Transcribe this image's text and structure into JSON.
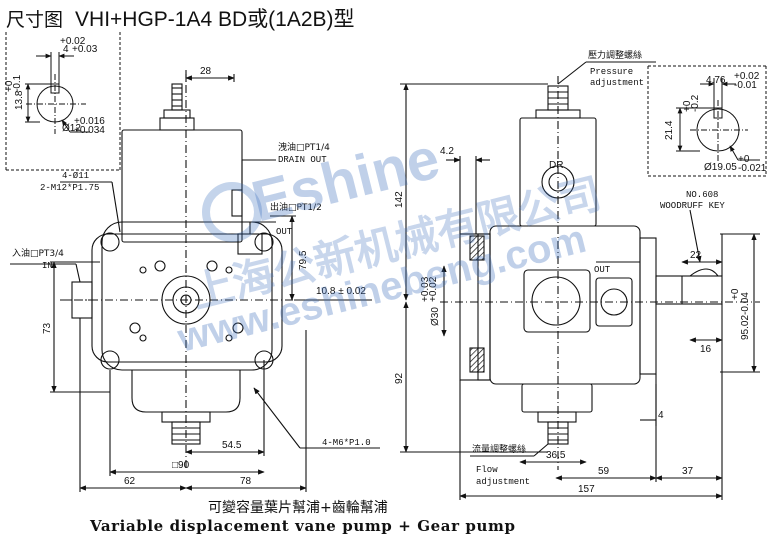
{
  "title": {
    "prefix": "尺寸图",
    "model": "VHI+HGP-1A4  BD或(1A2B)型"
  },
  "watermark": {
    "brand": "Eshine",
    "company_cn": "上海公新机械有限公司",
    "url": "www.eshinebeng.com"
  },
  "captions": {
    "cn": "可變容量葉片幫浦+齒輪幫浦",
    "en": "Variable displacement vane pump + Gear pump"
  },
  "detail_left": {
    "key_width": "4",
    "key_width_tol_hi": "+0.02",
    "key_width_tol_lo": "+0.03",
    "height": "13.8",
    "height_tol_hi": "+0",
    "height_tol_lo": "-0.1",
    "shaft_dia": "Ø12",
    "shaft_tol_hi": "+0.016",
    "shaft_tol_lo": "+0.034"
  },
  "detail_right": {
    "key_width": "4.76",
    "key_width_tol_hi": "+0.02",
    "key_width_tol_lo": "-0.01",
    "height": "21.4",
    "height_tol_hi": "+0",
    "height_tol_lo": "-0.2",
    "shaft_dia": "Ø19.05",
    "shaft_tol_hi": "+0",
    "shaft_tol_lo": "-0.021"
  },
  "front": {
    "dim_28": "28",
    "holes_label": "4-Ø11",
    "thread_label": "2-M12*P1.75",
    "drain_cn": "洩油□PT1/4",
    "drain_en": "DRAIN OUT",
    "outlet_cn": "出油□PT1/2",
    "outlet_en": "OUT",
    "inlet_cn": "入油□PT3/4",
    "inlet_en": "IN",
    "dim_79_5": "79.5",
    "dim_73": "73",
    "dim_10_8": "10.8 ± 0.02",
    "dim_54_5": "54.5",
    "bolt_label": "4-M6*P1.0",
    "square_90": "□90",
    "dim_62": "62",
    "dim_78": "78"
  },
  "side": {
    "pressure_cn": "壓力調整螺絲",
    "pressure_en1": "Pressure",
    "pressure_en2": "adjustment",
    "dr_label": "DR",
    "dim_4_2": "4.2",
    "dim_142": "142",
    "pilot_tol_hi": "+0.03",
    "pilot_tol_lo": "+0.02",
    "pilot_dia": "Ø30",
    "dim_92": "92",
    "out_label": "OUT",
    "key_label1": "NO.608",
    "key_label2": "WOODRUFF KEY",
    "dim_22": "22",
    "dim_16": "16",
    "dim_95": "95.02-0.04",
    "dim_95_tol": "+0",
    "dim_4": "4",
    "flow_cn": "流量調整螺絲",
    "flow_en1": "Flow",
    "flow_en2": "adjustment",
    "dim_36_5": "36.5",
    "dim_59": "59",
    "dim_37": "37",
    "dim_157": "157"
  }
}
